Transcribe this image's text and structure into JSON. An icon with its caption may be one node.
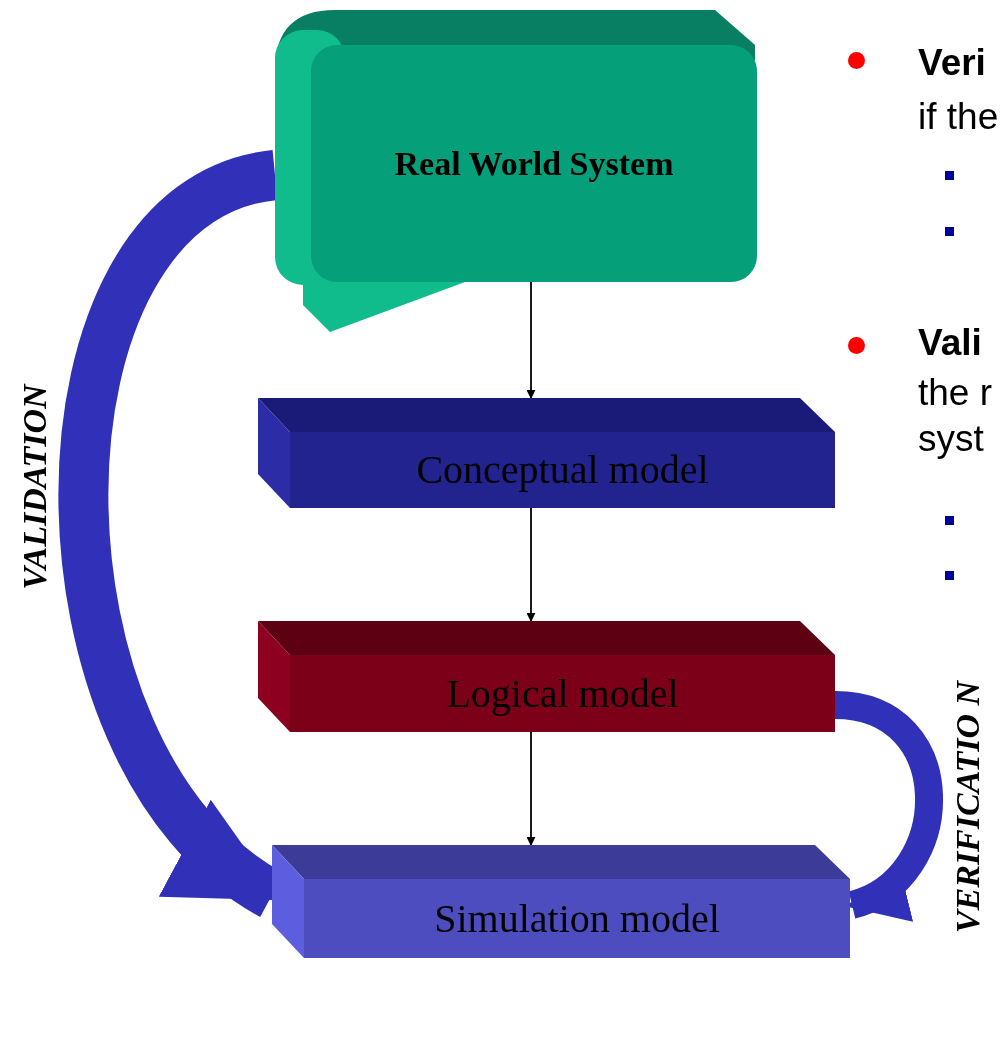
{
  "diagram": {
    "nodes": [
      {
        "text": [
          "Real World System"
        ]
      },
      {
        "text": [
          "Conceptual model"
        ]
      },
      {
        "text": [
          "Logical model"
        ]
      },
      {
        "text": [
          "Simulation model"
        ]
      }
    ],
    "edges": [
      {
        "from": 0,
        "to": 1,
        "arrow": "to"
      },
      {
        "from": 1,
        "to": 2,
        "arrow": "to"
      },
      {
        "from": 2,
        "to": 3,
        "arrow": "to"
      },
      {
        "from": 0,
        "to": 3,
        "arrow": "to",
        "label": "VALIDATION",
        "style": "thick",
        "color": "#3030b8"
      },
      {
        "from": 2,
        "to": 3,
        "arrow": "to",
        "label": "VERIFICATIO N",
        "style": "thick",
        "color": "#3030b8"
      }
    ],
    "labels": [
      "Veri",
      "if the",
      "Vali",
      "the r",
      "syst"
    ]
  }
}
